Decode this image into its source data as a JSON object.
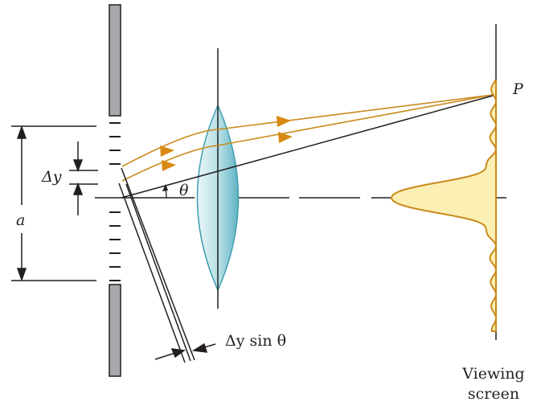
{
  "labels": {
    "a": "a",
    "delta_y": "Δy",
    "theta": "θ",
    "point_p": "P",
    "path_diff": "Δy sin θ",
    "screen_line1": "Viewing",
    "screen_line2": "screen"
  },
  "colors": {
    "ray": "#c98a1c",
    "arrowhead": "#d88a12",
    "pattern_fill": "#fcefb4",
    "pattern_stroke": "#c98a1c",
    "lens_fill": "#bfe1e6",
    "lens_stroke": "#3f9fb0",
    "slit_wall": "#a7a9ac",
    "line": "#231f20"
  }
}
